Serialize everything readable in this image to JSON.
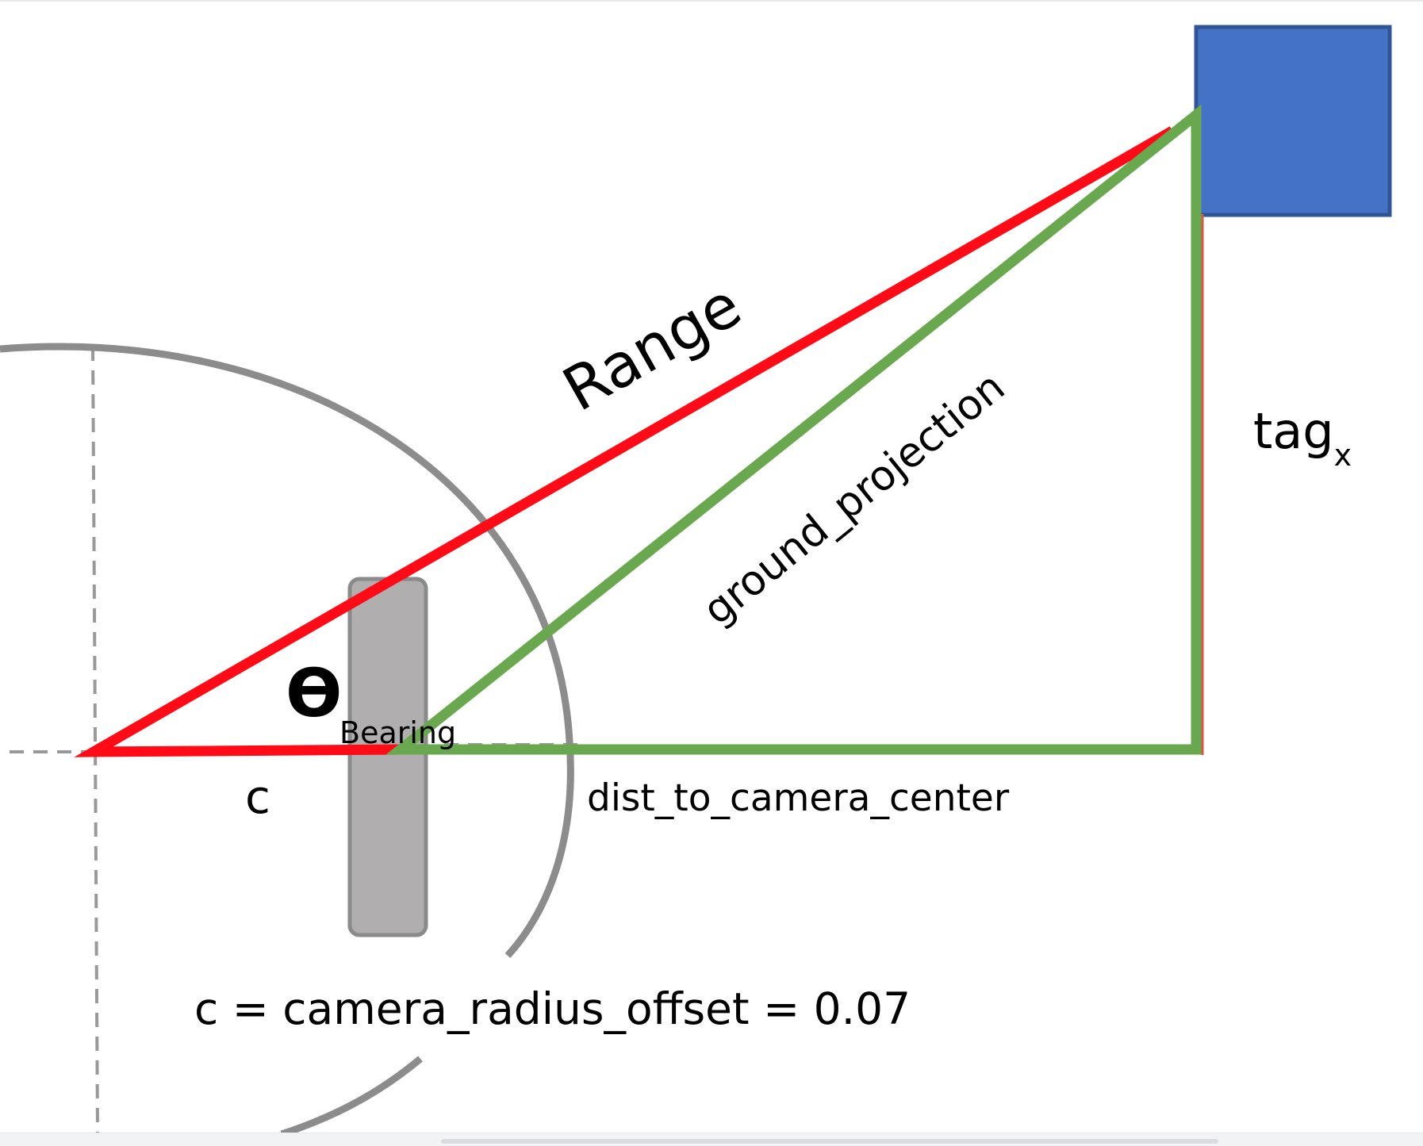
{
  "labels": {
    "range": "Range",
    "ground_projection": "ground_projection",
    "tag_main": "tag",
    "tag_sub": "x",
    "theta": "ϴ",
    "bearing": "Bearing",
    "c": "c",
    "dist_to_camera_center": "dist_to_camera_center",
    "equation": "c = camera_radius_offset = 0.07"
  },
  "colors": {
    "range_line": "#ff0a17",
    "ground_line": "#6aa84f",
    "tag_fill": "#4472c4",
    "tag_border": "#2f5597",
    "circle": "#8c8c8c",
    "camera_fill": "#b0aeae",
    "camera_border": "#8a8a8a",
    "dashed": "#999999"
  }
}
